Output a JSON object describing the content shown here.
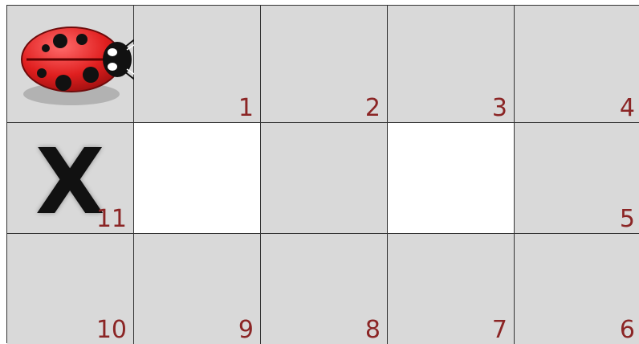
{
  "colors": {
    "cell_gray": "#d9d9d9",
    "cell_white": "#ffffff",
    "number_red": "#8b2525"
  },
  "board": {
    "cells": {
      "c1": "1",
      "c2": "2",
      "c3": "3",
      "c4": "4",
      "c5": "5",
      "c6": "6",
      "c7": "7",
      "c8": "8",
      "c9": "9",
      "c10": "10",
      "c11": "11"
    },
    "start_icon": "ladybug-icon",
    "start_direction": "right",
    "target_mark": "X"
  }
}
